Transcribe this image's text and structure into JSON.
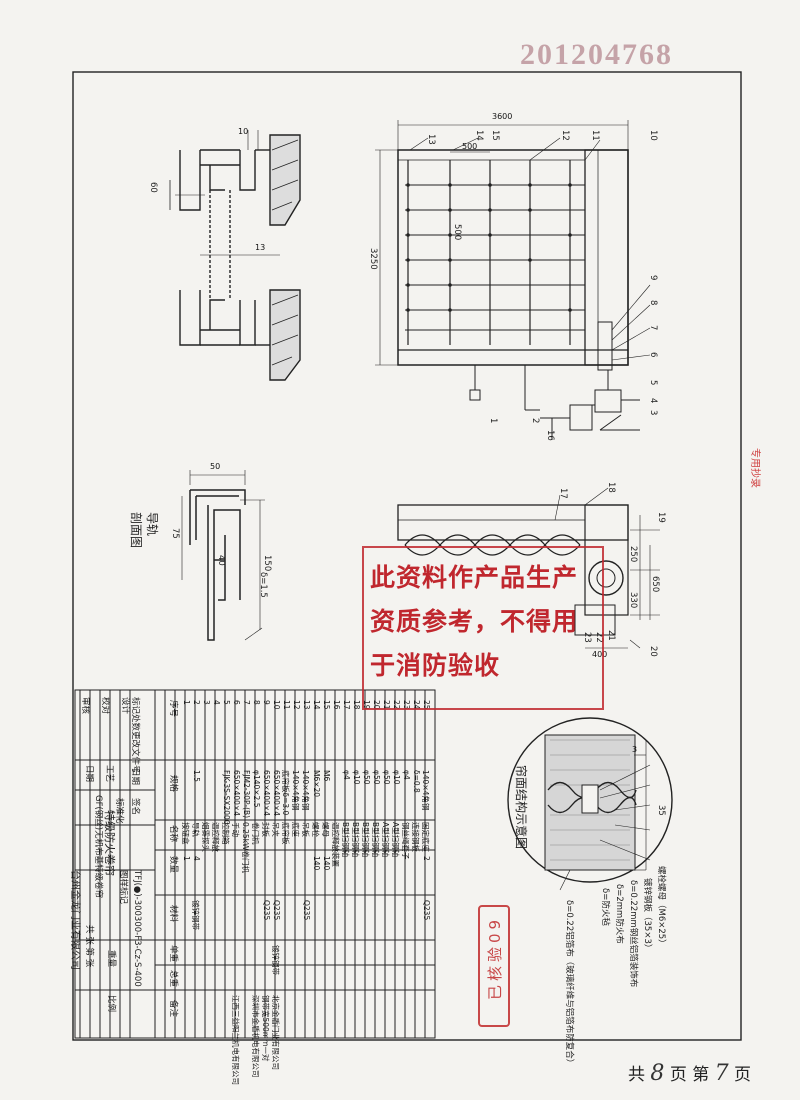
{
  "document": {
    "doc_number": "201204768",
    "page_counter": {
      "prefix": "共",
      "total": "8",
      "middle": "页 第",
      "current": "7",
      "suffix": "页"
    }
  },
  "top_left_detail": {
    "dims": [
      "10",
      "60",
      "13"
    ]
  },
  "rail_section": {
    "title": "导轨\n剖面图",
    "dims": [
      "50",
      "75",
      "150",
      "40",
      "δ=1.5"
    ]
  },
  "elevation": {
    "dims": [
      "3600",
      "500",
      "500",
      "3250"
    ],
    "callouts": [
      "13",
      "14",
      "15",
      "12",
      "11",
      "10",
      "9",
      "8",
      "7",
      "6",
      "5",
      "4",
      "3",
      "2",
      "1",
      "16"
    ]
  },
  "plan": {
    "dims": [
      "250",
      "650",
      "330",
      "400"
    ],
    "callouts": [
      "17",
      "18",
      "19",
      "20",
      "21",
      "22",
      "23"
    ]
  },
  "detail": {
    "title": "帘面结构示意图",
    "dims": [
      "3",
      "35"
    ],
    "labels": [
      "螺栓螺母（M6×25）",
      "镀锌钢板（35×3）",
      "δ=0.22mm钢丝铝箔装饰布",
      "δ=2mm防火布",
      "δ=防火毡",
      "δ=0.22铝箔布（玻璃纤维与铝箔布防复合）"
    ]
  },
  "stamps": {
    "main": "此资料作产品生产资质参考，不得用于消防验收",
    "verify": "已核验09",
    "edge": "专用抄录"
  },
  "title_block": {
    "product_title": "特级防火卷帘",
    "product_subtitle": "GF(钢丝)无机布基特级卷帘",
    "drawing_no": "TFJ(●)-300300-F3-Cz-S-400",
    "drawing_caption": "图样标记",
    "weight_label": "重量",
    "scale_label": "比例",
    "sheet_label": "共 张 第 张",
    "company": "台州金龙门业有限公司",
    "sign_rows": [
      "标记处数更改文件号",
      "设计",
      "校对",
      "审核"
    ],
    "sign_cols": [
      "签名",
      "日期"
    ],
    "sign_right": [
      "标准化",
      "工艺",
      "日期"
    ]
  },
  "bom": {
    "columns": [
      "序号",
      "规格",
      "名称",
      "数量",
      "材料",
      "单重",
      "总重",
      "备注"
    ],
    "rows": [
      [
        "25",
        "140×4角钢",
        "固定底座",
        "2",
        "Q235",
        "",
        "",
        ""
      ],
      [
        "24",
        "δ=0.8",
        "连接钢板",
        "",
        "",
        "",
        "",
        ""
      ],
      [
        "23",
        "φ4",
        "钢丝绳套子",
        "",
        "",
        "",
        "",
        ""
      ],
      [
        "22",
        "φ10",
        "A型扫钢轴",
        "",
        "",
        "",
        "",
        ""
      ],
      [
        "21",
        "φ50",
        "A型扫钢轴",
        "",
        "",
        "",
        "",
        ""
      ],
      [
        "20",
        "φ50",
        "B型扫钢轴",
        "",
        "",
        "",
        "",
        ""
      ],
      [
        "19",
        "φ50",
        "B型扫钢轴",
        "",
        "",
        "",
        "",
        ""
      ],
      [
        "18",
        "φ10",
        "B型扫钢轴",
        "",
        "",
        "",
        "",
        ""
      ],
      [
        "17",
        "φ4",
        "B型扫钢轴",
        "",
        "",
        "",
        "",
        ""
      ],
      [
        "16",
        "",
        "温控释放装置",
        "",
        "",
        "",
        "",
        ""
      ],
      [
        "15",
        "M6",
        "螺母",
        "140",
        "",
        "",
        "",
        ""
      ],
      [
        "14",
        "M6×20",
        "螺栓",
        "140",
        "",
        "",
        "",
        ""
      ],
      [
        "13",
        "140×4角钢",
        "吊板",
        "",
        "Q235",
        "",
        "",
        ""
      ],
      [
        "12",
        "140×4角钢",
        "底座",
        "",
        "",
        "",
        "",
        ""
      ],
      [
        "11",
        "底帘板δ=3.0",
        "底帘板",
        "",
        "",
        "",
        "",
        ""
      ],
      [
        "10",
        "650×400×4",
        "吊夹",
        "",
        "Q235",
        "镀锌钢带",
        "",
        "北京金盾门业有限公司"
      ],
      [
        "9",
        "650×400×4",
        "封板",
        "",
        "Q235",
        "",
        "",
        "钢带宽500mm一对"
      ],
      [
        "8",
        "φ140×2.5",
        "卷门机",
        "",
        "",
        "",
        "",
        "深圳市金盾机电有限公司"
      ],
      [
        "7",
        "FJM2-30P-(B)",
        "0.25kW卷门机",
        "",
        "",
        "",
        "",
        ""
      ],
      [
        "6",
        "650×400×4",
        "手动",
        "",
        "",
        "",
        "",
        "江西三益阳兰机电有限公司"
      ],
      [
        "5",
        "FJK-3S-SX2000",
        "控制箱",
        "",
        "",
        "",
        "",
        ""
      ],
      [
        "4",
        "",
        "温控释放",
        "",
        "",
        "",
        "",
        ""
      ],
      [
        "3",
        "",
        "烟雾探头",
        "",
        "",
        "",
        "",
        ""
      ],
      [
        "2",
        "1.5",
        "导轨",
        "4",
        "镀锌钢带",
        "",
        "",
        ""
      ],
      [
        "1",
        "",
        "按钮盒",
        "1",
        "",
        "",
        "",
        ""
      ]
    ]
  }
}
